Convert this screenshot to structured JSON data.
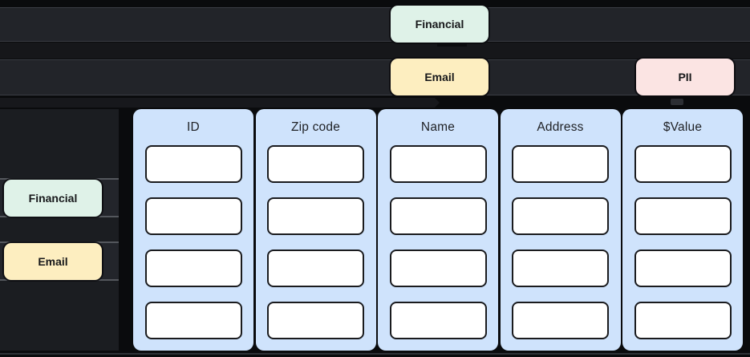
{
  "colors": {
    "background": "#0a0b0d",
    "lane_fill": "#222429",
    "lane_border": "#3a3d44",
    "gap_fill": "#16171a",
    "band_fill": "#17181c",
    "panel_fill": "#1b1d21",
    "mini_lane_fill": "#23252b",
    "mini_lane_border": "#54575d",
    "column_fill": "#cfe3fc",
    "cell_fill": "#ffffff",
    "cell_border": "#1a1b1e",
    "tag_financial": "#dff2e8",
    "tag_email": "#fdeec0",
    "tag_pii": "#fbe4e3",
    "tag_text": "#17181a",
    "header_text": "#1f2125",
    "bottom_line": "#2f3237"
  },
  "top_lanes": {
    "lane1": {
      "tags": [
        {
          "label": "Financial",
          "type": "financial"
        }
      ]
    },
    "lane2": {
      "tags": [
        {
          "label": "Email",
          "type": "email"
        },
        {
          "label": "PII",
          "type": "pii"
        }
      ]
    }
  },
  "left_panel": {
    "tags": [
      {
        "label": "Financial",
        "type": "financial"
      },
      {
        "label": "Email",
        "type": "email"
      }
    ]
  },
  "table": {
    "rows": 4,
    "columns": [
      {
        "header": "ID",
        "cells": [
          "",
          "",
          "",
          ""
        ]
      },
      {
        "header": "Zip code",
        "cells": [
          "",
          "",
          "",
          ""
        ]
      },
      {
        "header": "Name",
        "cells": [
          "",
          "",
          "",
          ""
        ]
      },
      {
        "header": "Address",
        "cells": [
          "",
          "",
          "",
          ""
        ]
      },
      {
        "header": "$Value",
        "cells": [
          "",
          "",
          "",
          ""
        ]
      }
    ]
  }
}
